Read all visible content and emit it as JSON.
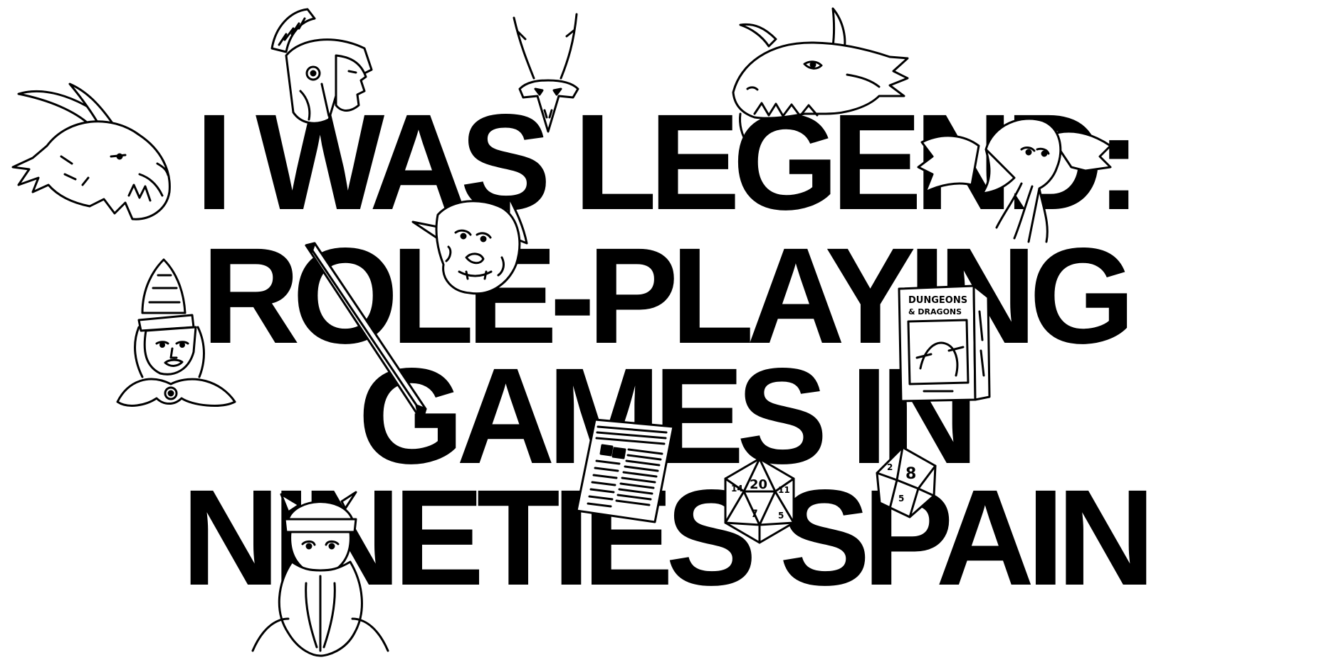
{
  "title": {
    "lines": [
      "I WAS LEGEND:",
      "ROLE-PLAYING",
      "GAMES IN",
      "NINETIES SPAIN"
    ]
  },
  "illustrations": {
    "dnd_box_title_line1": "DUNGEONS",
    "dnd_box_title_line2": "& DRAGONS",
    "d20_faces": [
      "20",
      "14",
      "11",
      "5",
      "7"
    ],
    "d10_faces": [
      "8",
      "2",
      "5"
    ]
  },
  "colors": {
    "text": "#000000",
    "background": "#ffffff"
  }
}
